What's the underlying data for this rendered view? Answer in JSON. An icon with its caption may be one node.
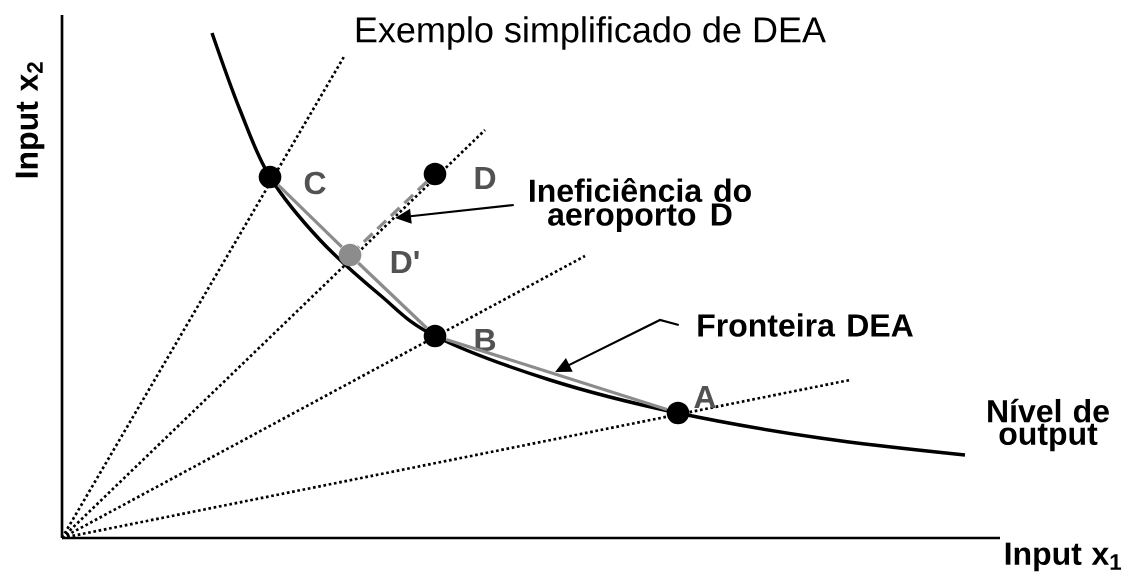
{
  "diagram": {
    "title": "Exemplo simplificado de DEA",
    "nodes": [
      {
        "text": [],
        "shape": "circle",
        "beside": [
          "C"
        ]
      },
      {
        "text": [],
        "shape": "circle",
        "beside": [
          "D"
        ]
      },
      {
        "text": [
          "Ineficiência do aeroporto D"
        ]
      },
      {
        "text": [],
        "shape": "circle",
        "beside": [
          "D'"
        ]
      },
      {
        "text": [],
        "shape": "circle",
        "beside": [
          "B"
        ]
      },
      {
        "text": [
          "Fronteira DEA"
        ]
      },
      {
        "text": [],
        "shape": "circle",
        "beside": [
          "A"
        ]
      }
    ],
    "edges": [
      {
        "from": 0,
        "to": 3,
        "arrow": "none"
      },
      {
        "from": 3,
        "to": 4,
        "arrow": "none"
      },
      {
        "from": 4,
        "to": 6,
        "arrow": "none"
      },
      {
        "from": 1,
        "to": 3,
        "arrow": "none",
        "style": "dashed"
      },
      {
        "from": 2,
        "to": null,
        "arrow": "to",
        "color": "#000000"
      },
      {
        "from": 5,
        "to": null,
        "arrow": "to",
        "color": "#000000"
      }
    ],
    "labels": [
      "Input x$_{2}$",
      "Nível de output",
      "Input x$_{1}$"
    ]
  }
}
